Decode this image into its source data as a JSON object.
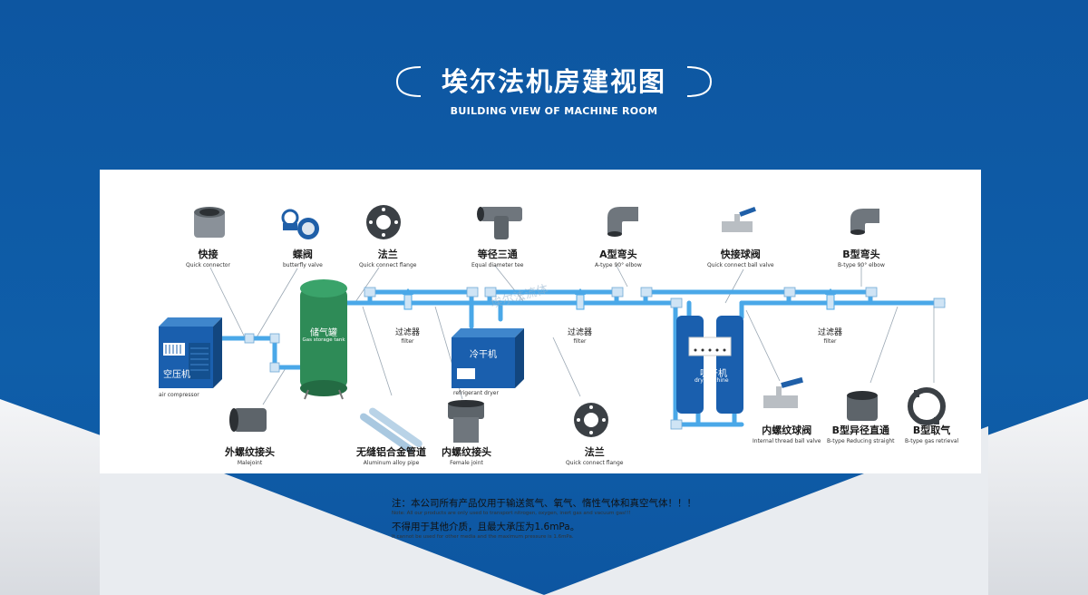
{
  "header": {
    "title": "埃尔法机房建视图",
    "subtitle": "BUILDING VIEW OF MACHINE ROOM"
  },
  "components": {
    "quick_connector": {
      "cn": "快接",
      "en": "Quick connector"
    },
    "butterfly_valve": {
      "cn": "蝶阀",
      "en": "butterfly valve"
    },
    "flange_top": {
      "cn": "法兰",
      "en": "Quick connect flange"
    },
    "equal_tee": {
      "cn": "等径三通",
      "en": "Equal diameter tee"
    },
    "a_elbow": {
      "cn": "A型弯头",
      "en": "A-type 90° elbow"
    },
    "ball_valve": {
      "cn": "快接球阀",
      "en": "Quick connect ball valve"
    },
    "b_elbow": {
      "cn": "B型弯头",
      "en": "B-type 90° elbow"
    },
    "male_joint": {
      "cn": "外螺纹接头",
      "en": "Malejoint"
    },
    "al_pipe": {
      "cn": "无缝铝合金管道",
      "en": "Aluminum alloy pipe"
    },
    "female_joint": {
      "cn": "内螺纹接头",
      "en": "Female joint"
    },
    "flange_bottom": {
      "cn": "法兰",
      "en": "Quick connect flange"
    },
    "internal_ball_valve": {
      "cn": "内螺纹球阀",
      "en": "Internal thread ball valve"
    },
    "b_reducing": {
      "cn": "B型异径直通",
      "en": "B-type Reducing straight"
    },
    "b_retrieval": {
      "cn": "B型取气",
      "en": "B-type gas retrieval"
    },
    "filter": {
      "cn": "过滤器",
      "en": "filter"
    }
  },
  "equipment": {
    "compressor": {
      "cn": "空压机",
      "en": "air compressor"
    },
    "tank": {
      "cn": "储气罐",
      "en": "Gas storage tank"
    },
    "cold_dryer": {
      "cn": "冷干机",
      "en": "refrigerant dryer"
    },
    "adsorption_dryer": {
      "cn": "吸干机",
      "en": "dry machine"
    }
  },
  "watermark": "埃尔法流体",
  "notes": {
    "line1_cn": "注：本公司所有产品仅用于输送氮气、氧气、惰性气体和真空气体！！！",
    "line1_en": "Note: All our products are only used to transport nitrogen, oxygen, inert gas and vacuum gas!!!",
    "line2_cn": "不得用于其他介质，且最大承压为1.6mPa。",
    "line2_en": "It cannot be used for other media and the maximum pressure is 1.6mPa."
  },
  "colors": {
    "brand_blue": "#0d56a1",
    "pipe_blue": "#4aa8e8",
    "equipment_blue": "#1a5fae",
    "tank_green": "#2e8b57"
  }
}
